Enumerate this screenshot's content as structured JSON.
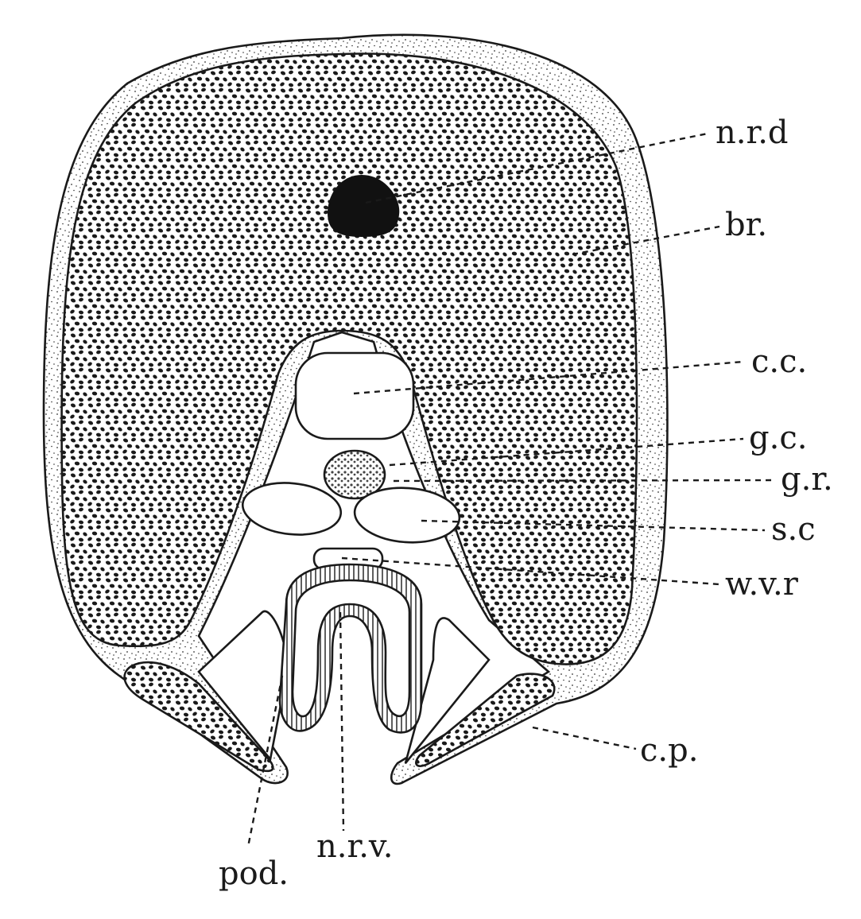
{
  "figure": {
    "labels": {
      "nrd": "n.r.d",
      "br": "br.",
      "cc": "c.c.",
      "gc": "g.c.",
      "gr": "g.r.",
      "sc": "s.c",
      "wvr": "w.v.r",
      "cp": "c.p.",
      "pod": "pod.",
      "nrv": "n.r.v."
    },
    "colors": {
      "ink": "#1a1a1a",
      "paper": "#ffffff",
      "tissue": "#f4f4f4"
    }
  }
}
